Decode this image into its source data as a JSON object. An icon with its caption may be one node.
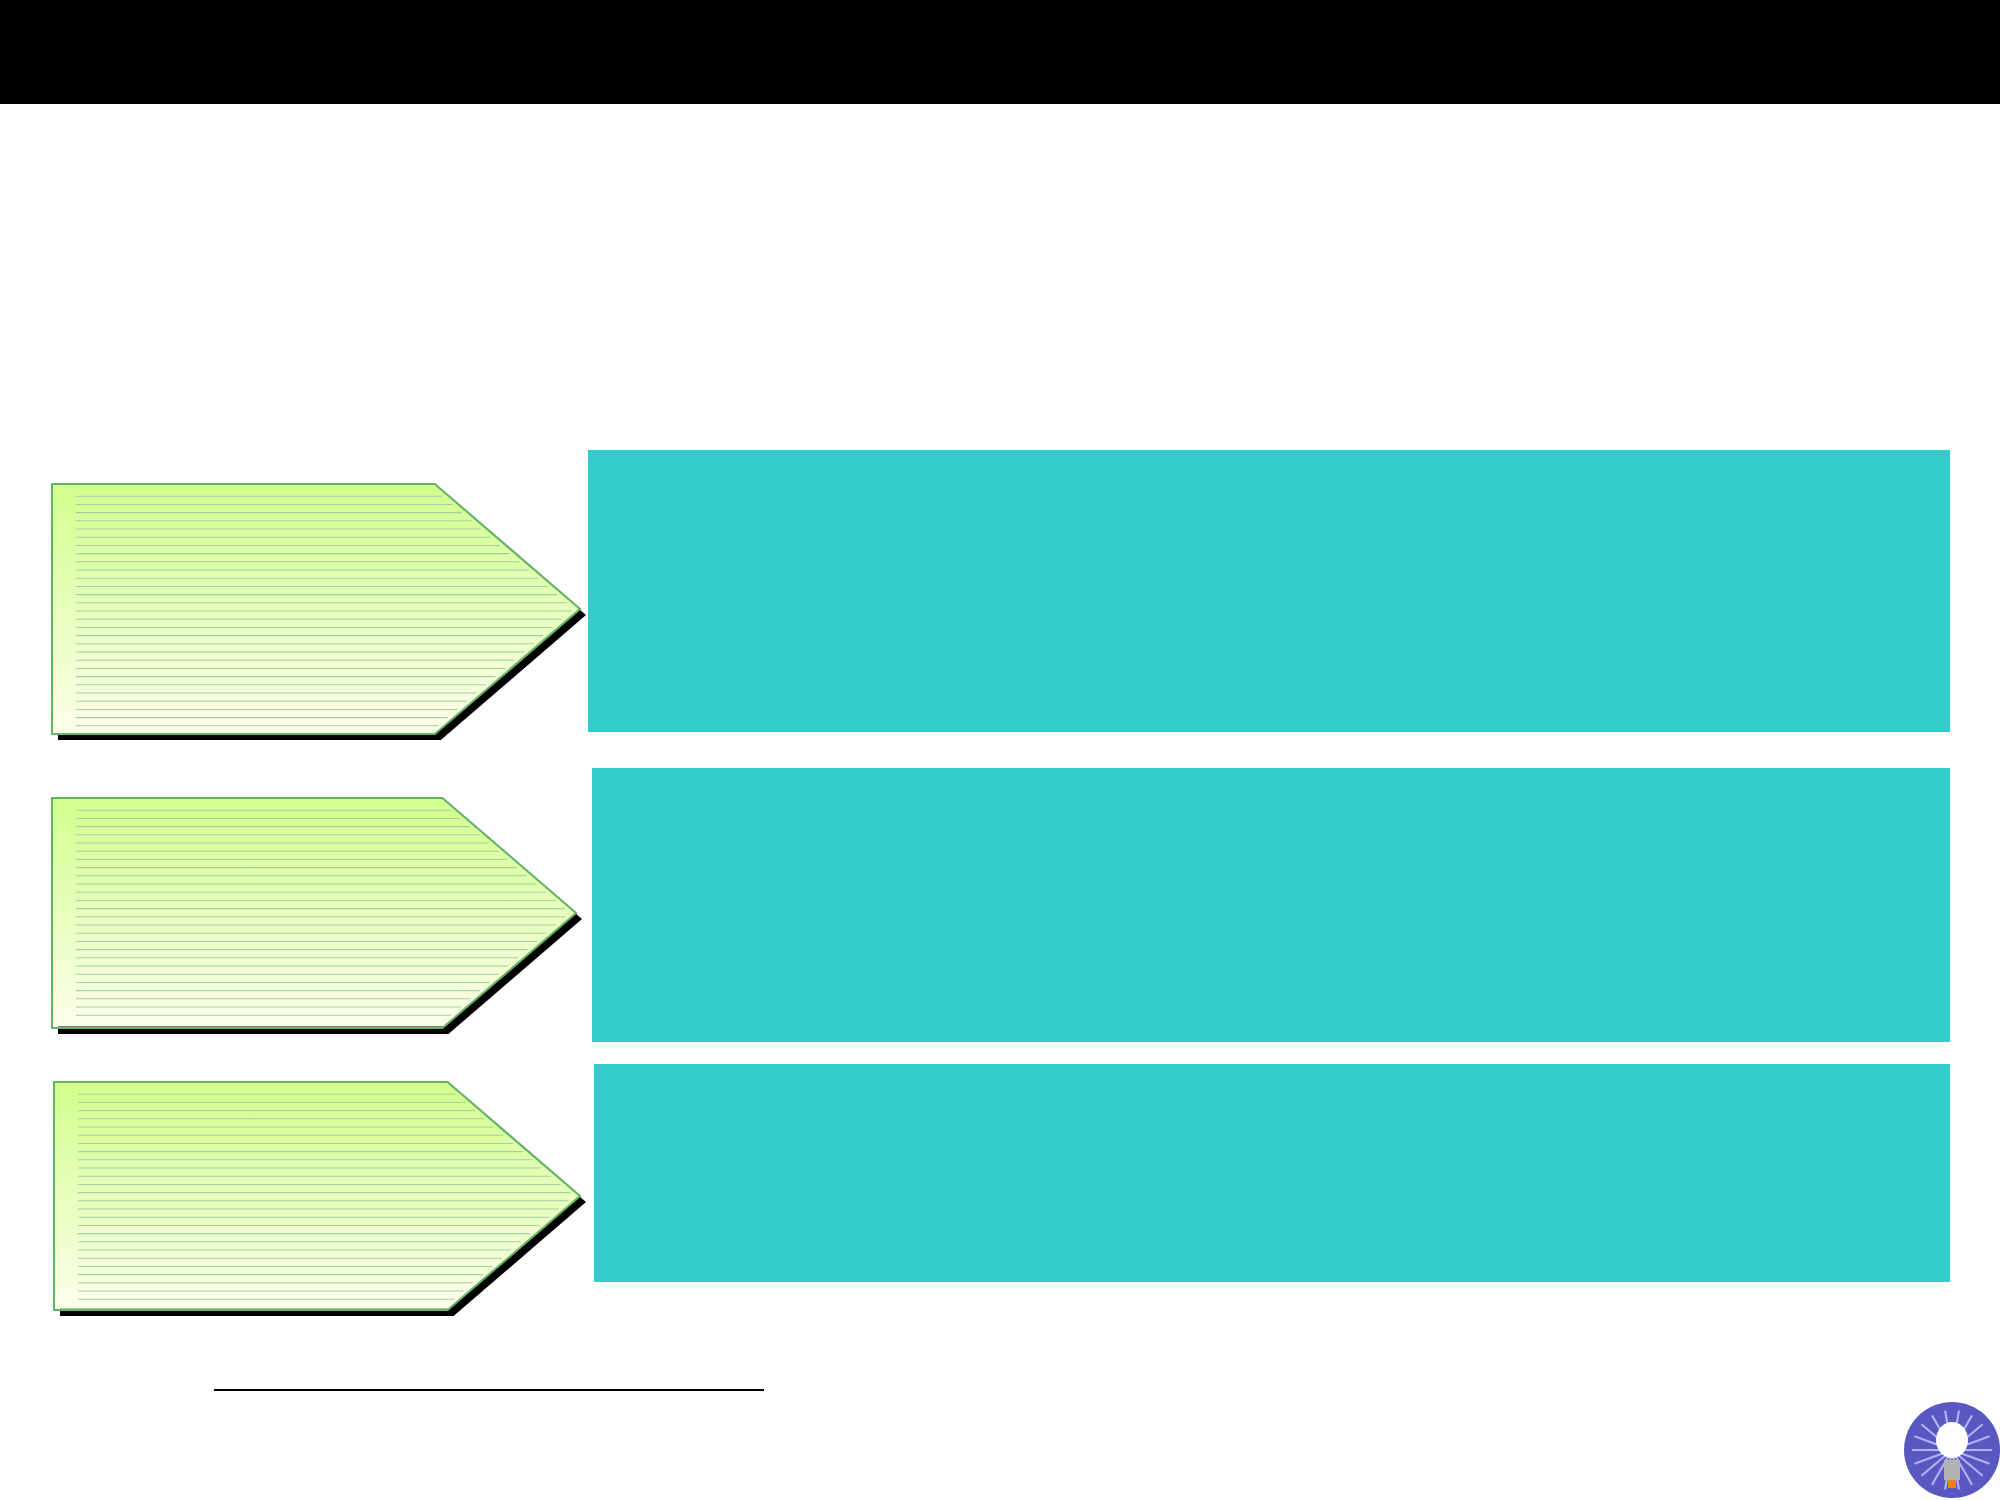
{
  "diagram": {
    "nodes": [
      {
        "text": [],
        "shape": "arrow"
      },
      {
        "text": [],
        "shape": "box"
      },
      {
        "text": [],
        "shape": "arrow"
      },
      {
        "text": [],
        "shape": "box"
      },
      {
        "text": [],
        "shape": "arrow"
      },
      {
        "text": [],
        "shape": "box"
      }
    ]
  }
}
